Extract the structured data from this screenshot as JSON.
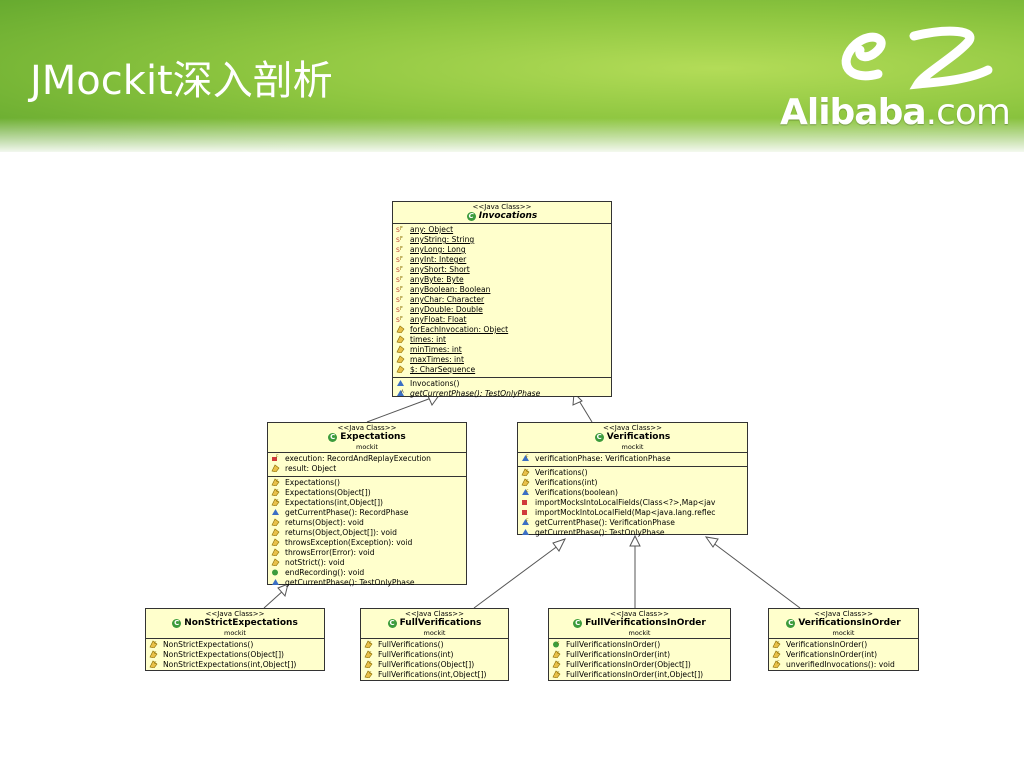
{
  "slide": {
    "title": "JMockit深入剖析",
    "logo": {
      "brand": "Alibaba",
      "domain": ".com"
    }
  },
  "classes": {
    "invocations": {
      "stereotype": "<<Java Class>>",
      "name": "Invocations",
      "fields": [
        {
          "icon": "static-final-field-icon",
          "text": "any: Object"
        },
        {
          "icon": "static-final-field-icon",
          "text": "anyString: String"
        },
        {
          "icon": "static-final-field-icon",
          "text": "anyLong: Long"
        },
        {
          "icon": "static-final-field-icon",
          "text": "anyInt: Integer"
        },
        {
          "icon": "static-final-field-icon",
          "text": "anyShort: Short"
        },
        {
          "icon": "static-final-field-icon",
          "text": "anyByte: Byte"
        },
        {
          "icon": "static-final-field-icon",
          "text": "anyBoolean: Boolean"
        },
        {
          "icon": "static-final-field-icon",
          "text": "anyChar: Character"
        },
        {
          "icon": "static-final-field-icon",
          "text": "anyDouble: Double"
        },
        {
          "icon": "static-final-field-icon",
          "text": "anyFloat: Float"
        },
        {
          "icon": "protected-field-icon",
          "text": "forEachInvocation: Object"
        },
        {
          "icon": "protected-field-icon",
          "text": "times: int"
        },
        {
          "icon": "protected-field-icon",
          "text": "minTimes: int"
        },
        {
          "icon": "protected-field-icon",
          "text": "maxTimes: int"
        },
        {
          "icon": "protected-field-icon",
          "text": "$: CharSequence"
        }
      ],
      "methods": [
        {
          "icon": "package-method-icon",
          "text": "Invocations()",
          "italic": false
        },
        {
          "icon": "abstract-method-icon",
          "text": "getCurrentPhase(): TestOnlyPhase",
          "italic": true
        }
      ]
    },
    "expectations": {
      "stereotype": "<<Java Class>>",
      "name": "Expectations",
      "package": "mockit",
      "fields": [
        {
          "icon": "private-final-field-icon",
          "text": "execution: RecordAndReplayExecution"
        },
        {
          "icon": "protected-field-icon",
          "text": "result: Object"
        }
      ],
      "methods": [
        {
          "icon": "protected-constructor-icon",
          "text": "Expectations()"
        },
        {
          "icon": "protected-constructor-icon",
          "text": "Expectations(Object[])"
        },
        {
          "icon": "protected-constructor-icon",
          "text": "Expectations(int,Object[])"
        },
        {
          "icon": "package-method-icon",
          "text": "getCurrentPhase(): RecordPhase"
        },
        {
          "icon": "protected-method-icon",
          "text": "returns(Object): void"
        },
        {
          "icon": "protected-method-icon",
          "text": "returns(Object,Object[]): void"
        },
        {
          "icon": "protected-method-icon",
          "text": "throwsException(Exception): void"
        },
        {
          "icon": "protected-method-icon",
          "text": "throwsError(Error): void"
        },
        {
          "icon": "protected-method-icon",
          "text": "notStrict(): void"
        },
        {
          "icon": "public-method-icon",
          "text": "endRecording(): void"
        },
        {
          "icon": "package-method-icon",
          "text": "getCurrentPhase(): TestOnlyPhase"
        }
      ]
    },
    "verifications": {
      "stereotype": "<<Java Class>>",
      "name": "Verifications",
      "package": "mockit",
      "fields": [
        {
          "icon": "package-final-field-icon",
          "text": "verificationPhase: VerificationPhase"
        }
      ],
      "methods": [
        {
          "icon": "protected-constructor-icon",
          "text": "Verifications()"
        },
        {
          "icon": "protected-constructor-icon",
          "text": "Verifications(int)"
        },
        {
          "icon": "package-constructor-icon",
          "text": "Verifications(boolean)"
        },
        {
          "icon": "private-method-icon",
          "text": "importMocksIntoLocalFields(Class<?>,Map<jav"
        },
        {
          "icon": "private-method-icon",
          "text": "importMockIntoLocalField(Map<java.lang.reflec"
        },
        {
          "icon": "package-final-method-icon",
          "text": "getCurrentPhase(): VerificationPhase"
        },
        {
          "icon": "package-method-icon",
          "text": "getCurrentPhase(): TestOnlyPhase"
        }
      ]
    },
    "non_strict_expectations": {
      "stereotype": "<<Java Class>>",
      "name": "NonStrictExpectations",
      "package": "mockit",
      "methods": [
        {
          "icon": "protected-constructor-icon",
          "text": "NonStrictExpectations()"
        },
        {
          "icon": "protected-constructor-icon",
          "text": "NonStrictExpectations(Object[])"
        },
        {
          "icon": "protected-constructor-icon",
          "text": "NonStrictExpectations(int,Object[])"
        }
      ]
    },
    "full_verifications": {
      "stereotype": "<<Java Class>>",
      "name": "FullVerifications",
      "package": "mockit",
      "methods": [
        {
          "icon": "protected-constructor-icon",
          "text": "FullVerifications()"
        },
        {
          "icon": "protected-constructor-icon",
          "text": "FullVerifications(int)"
        },
        {
          "icon": "protected-constructor-icon",
          "text": "FullVerifications(Object[])"
        },
        {
          "icon": "protected-constructor-icon",
          "text": "FullVerifications(int,Object[])"
        }
      ]
    },
    "full_verifications_in_order": {
      "stereotype": "<<Java Class>>",
      "name": "FullVerificationsInOrder",
      "package": "mockit",
      "methods": [
        {
          "icon": "public-constructor-icon",
          "text": "FullVerificationsInOrder()"
        },
        {
          "icon": "protected-constructor-icon",
          "text": "FullVerificationsInOrder(int)"
        },
        {
          "icon": "protected-constructor-icon",
          "text": "FullVerificationsInOrder(Object[])"
        },
        {
          "icon": "protected-constructor-icon",
          "text": "FullVerificationsInOrder(int,Object[])"
        }
      ]
    },
    "verifications_in_order": {
      "stereotype": "<<Java Class>>",
      "name": "VerificationsInOrder",
      "package": "mockit",
      "methods": [
        {
          "icon": "protected-constructor-icon",
          "text": "VerificationsInOrder()"
        },
        {
          "icon": "protected-constructor-icon",
          "text": "VerificationsInOrder(int)"
        },
        {
          "icon": "protected-final-method-icon",
          "text": "unverifiedInvocations(): void"
        }
      ]
    }
  },
  "colors": {
    "class_fill": "#ffffcc",
    "class_icon": "#3c9b3c",
    "banner_green": "#8ec640"
  }
}
